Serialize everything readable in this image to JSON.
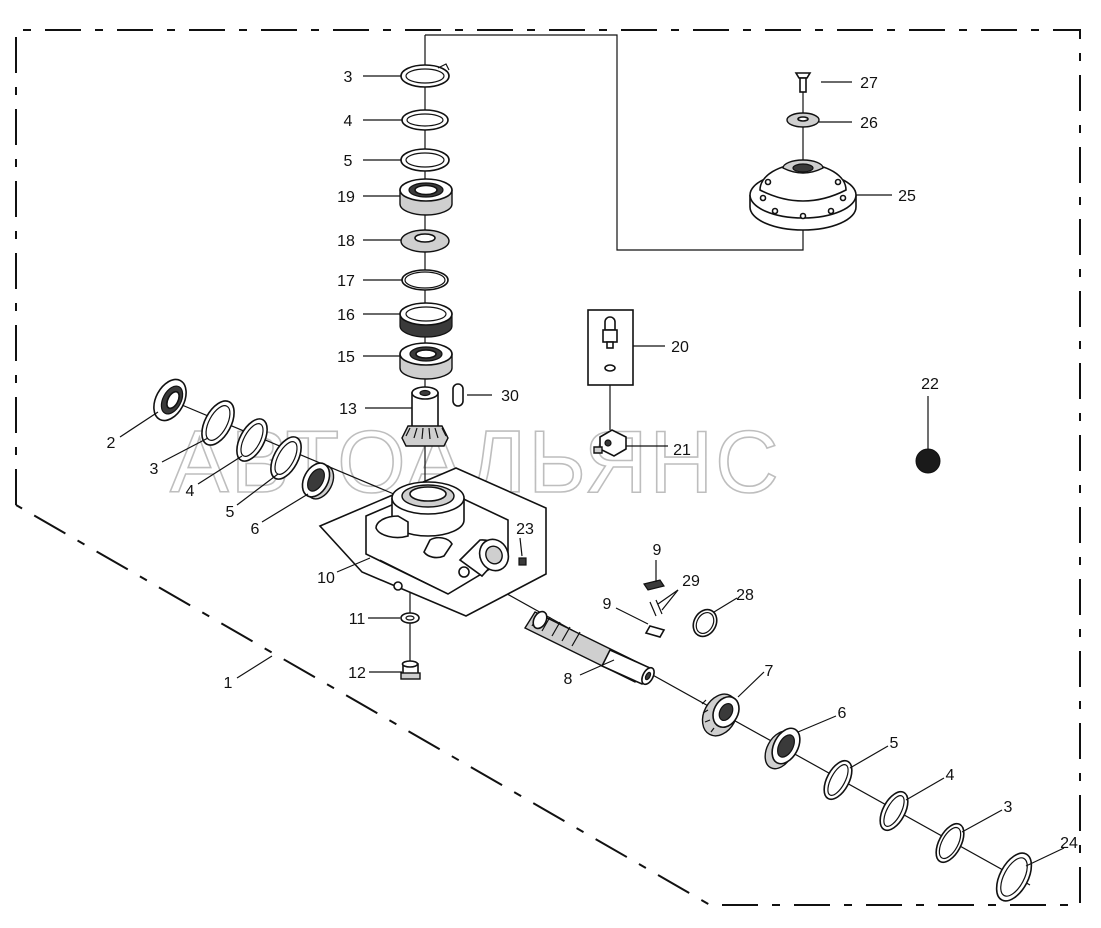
{
  "diagram": {
    "watermark": "АВТОАЛЬЯНС",
    "callouts": {
      "c1": "1",
      "c2": "2",
      "c3a": "3",
      "c3b": "3",
      "c3c": "3",
      "c4a": "4",
      "c4b": "4",
      "c4c": "4",
      "c5a": "5",
      "c5b": "5",
      "c5c": "5",
      "c6a": "6",
      "c6b": "6",
      "c7": "7",
      "c8": "8",
      "c9a": "9",
      "c9b": "9",
      "c10": "10",
      "c11": "11",
      "c12": "12",
      "c13": "13",
      "c15": "15",
      "c16": "16",
      "c17": "17",
      "c18": "18",
      "c19": "19",
      "c20": "20",
      "c21": "21",
      "c22": "22",
      "c23": "23",
      "c24": "24",
      "c25": "25",
      "c26": "26",
      "c27": "27",
      "c28": "28",
      "c29": "29",
      "c30": "30"
    },
    "colors": {
      "line": "#111111",
      "fill": "#ffffff",
      "watermark": "#8a8a8a",
      "ball": "#1a1a1a"
    }
  }
}
